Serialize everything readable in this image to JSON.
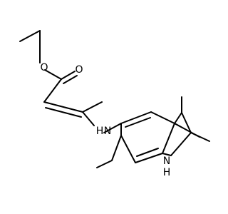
{
  "molecule": {
    "atoms": [
      {
        "id": "O1",
        "label": "O"
      },
      {
        "id": "O2",
        "label": "O"
      },
      {
        "id": "NH_amine",
        "label": "H"
      },
      {
        "id": "N_amine",
        "label": "N"
      },
      {
        "id": "NH_indole",
        "label": "N"
      },
      {
        "id": "H_indole",
        "label": "H"
      }
    ],
    "colors": {
      "bond": "#000000",
      "label": "#000000",
      "background": "#ffffff"
    }
  }
}
